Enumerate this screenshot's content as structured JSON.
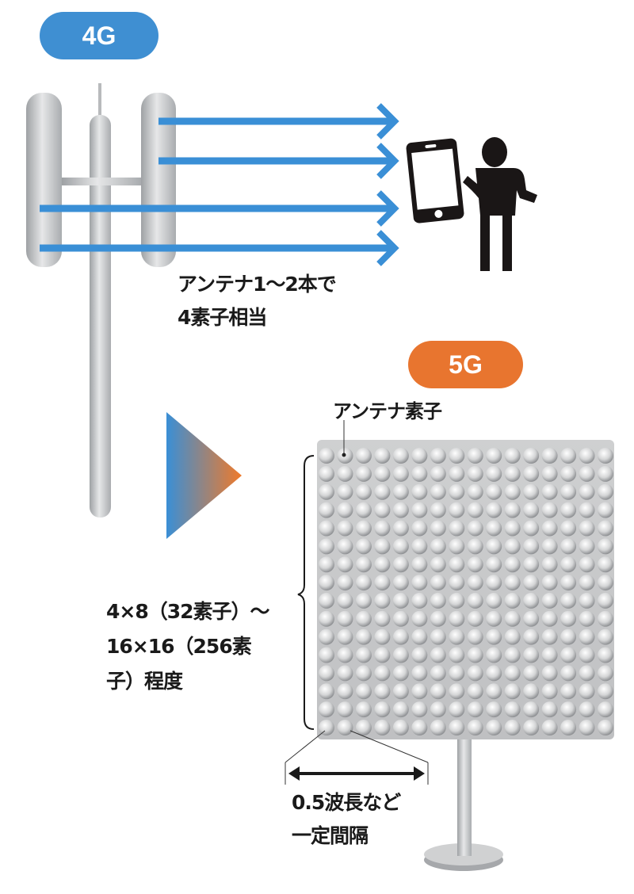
{
  "badge_4g": {
    "label": "4G",
    "color": "#3f8fd2"
  },
  "badge_5g": {
    "label": "5G",
    "color": "#e8752f"
  },
  "text_4g_antenna": {
    "line1": "アンテナ1〜2本で",
    "line2": "4素子相当"
  },
  "text_element_label": "アンテナ素子",
  "text_array_size": {
    "line1": "4×8（32素子）〜",
    "line2": "16×16（256素",
    "line3": "子）程度"
  },
  "text_spacing": {
    "line1": "0.5波長など",
    "line2": "一定間隔"
  },
  "array_grid": {
    "rows": 16,
    "cols": 16
  },
  "colors": {
    "arrow": "#3a8fd6",
    "metal": "#c4c6c8",
    "figure": "#1a1616"
  }
}
